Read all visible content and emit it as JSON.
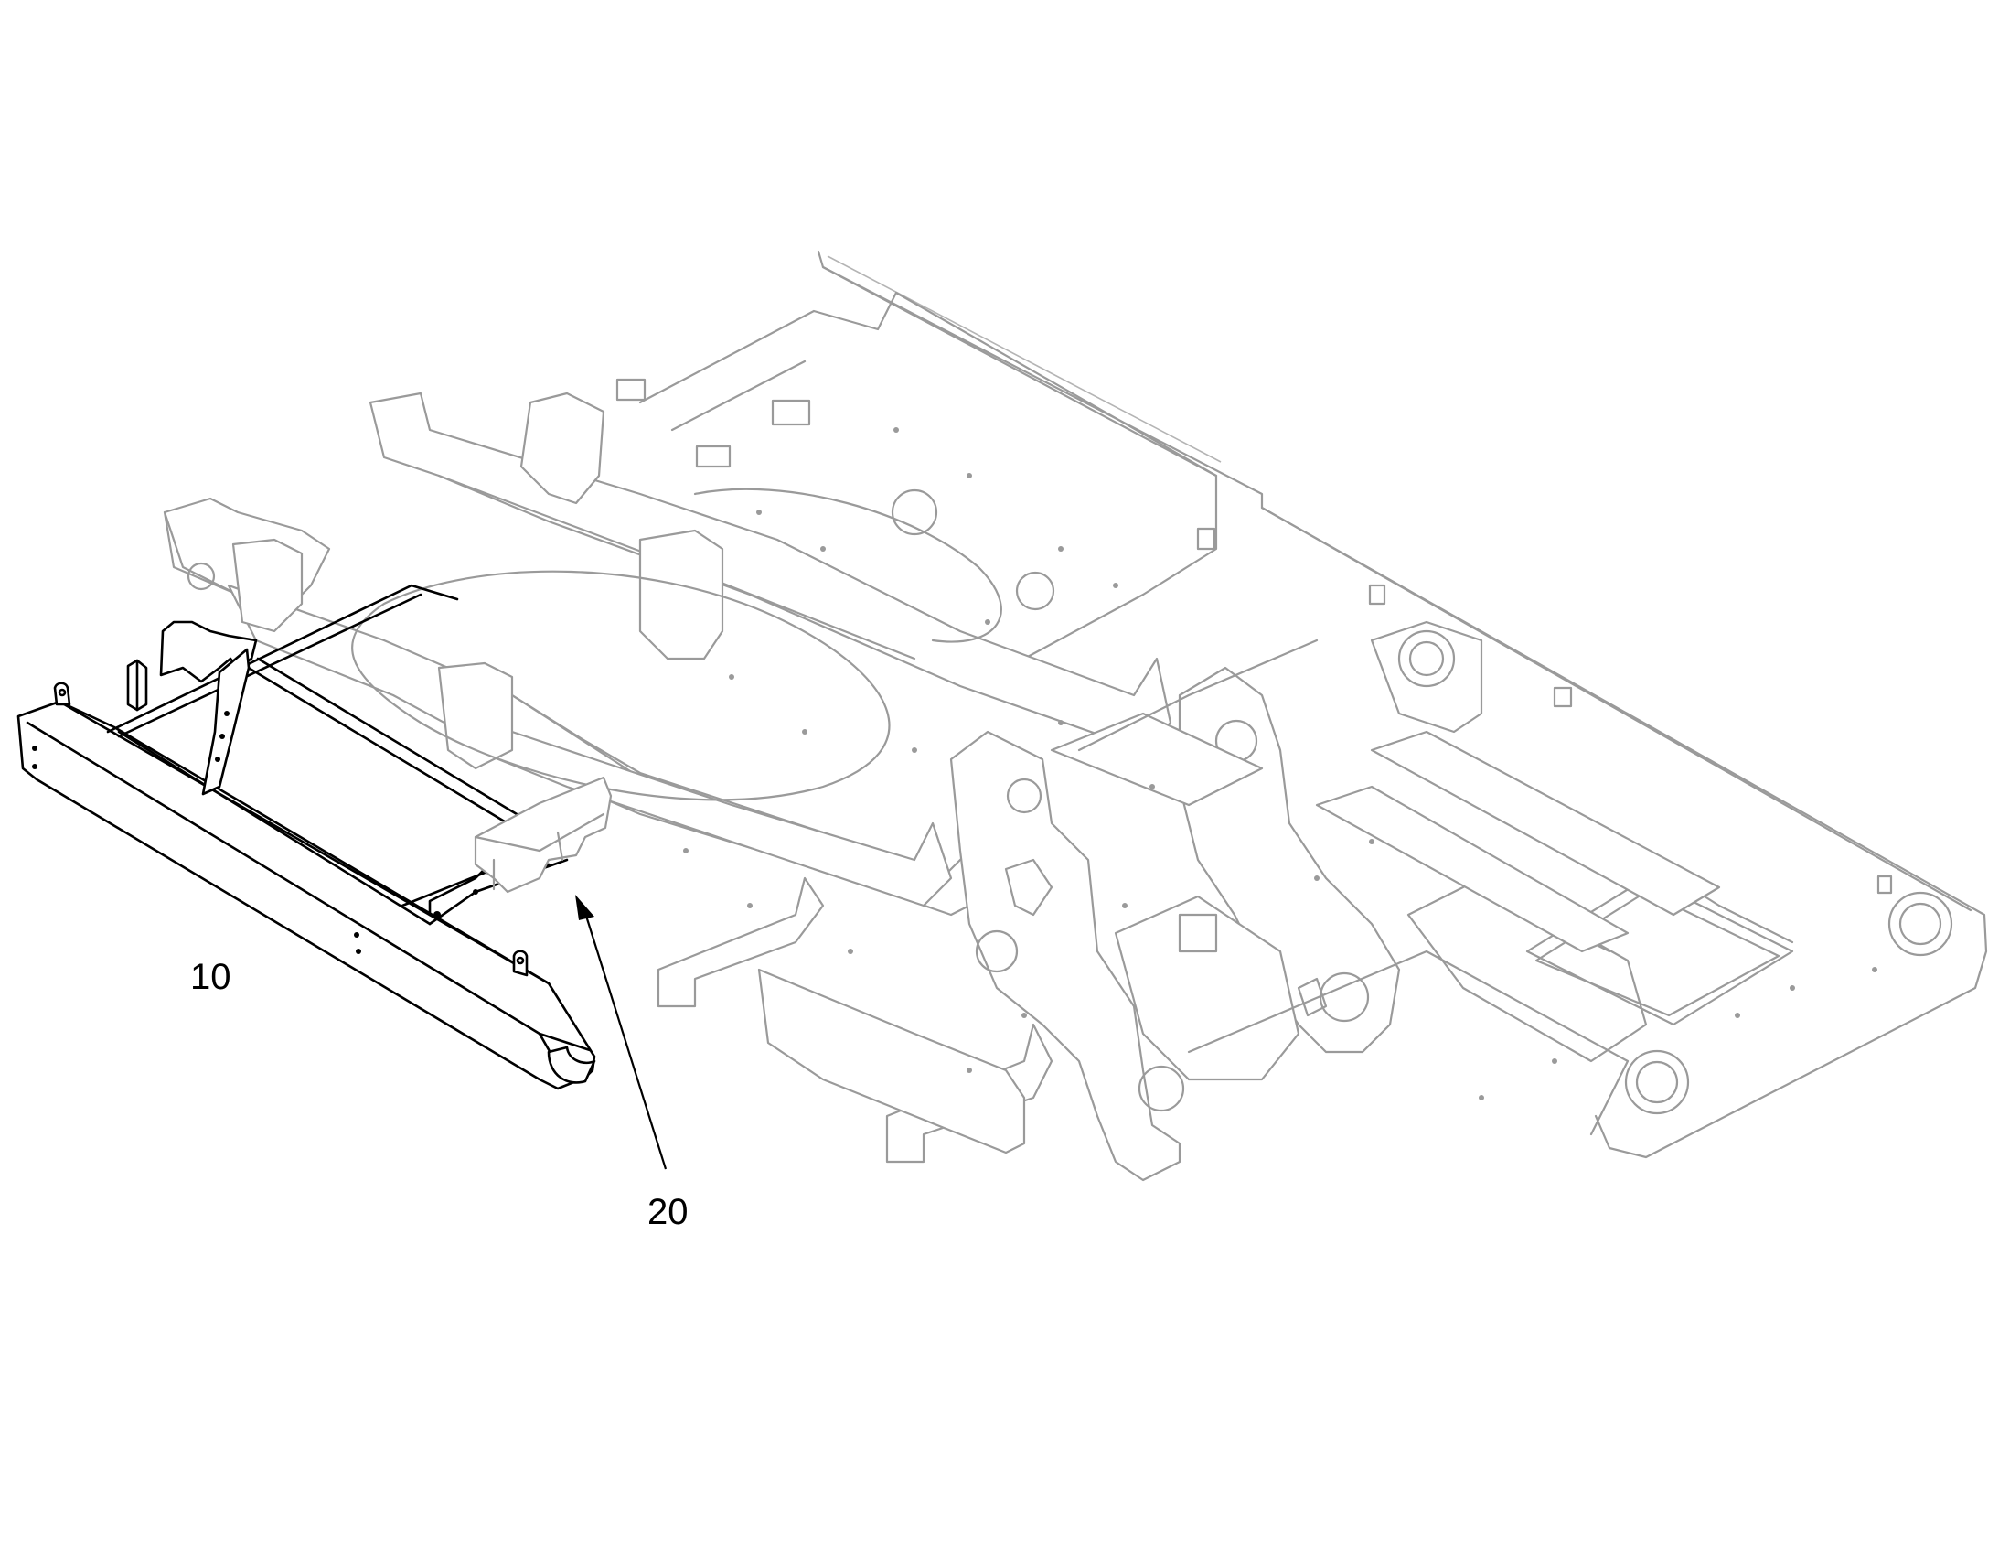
{
  "diagram": {
    "callouts": [
      {
        "id": "10",
        "label": "10"
      },
      {
        "id": "20",
        "label": "20"
      }
    ],
    "colors": {
      "highlighted_part": "#000000",
      "context_frame": "#9a9a9a",
      "background": "#ffffff"
    }
  }
}
